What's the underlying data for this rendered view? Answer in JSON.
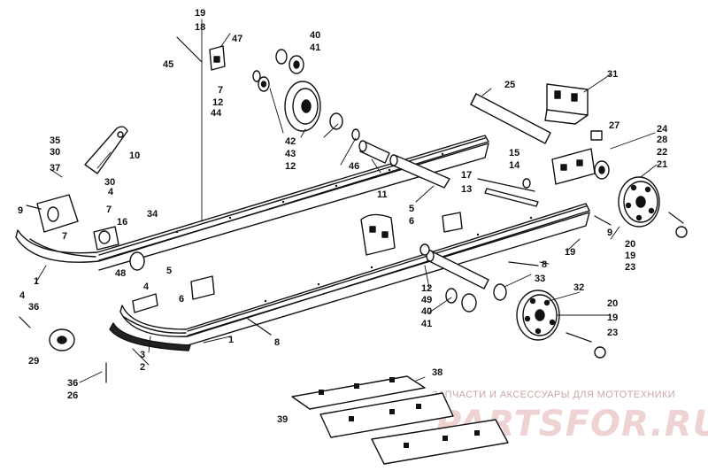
{
  "part_labels": {
    "l1a": "1",
    "l1b": "1",
    "l2": "2",
    "l3": "3",
    "l4a": "4",
    "l4b": "4",
    "l4c": "4",
    "l5a": "5",
    "l5b": "5",
    "l6a": "6",
    "l6b": "6",
    "l7a": "7",
    "l7b": "7",
    "l7c": "7",
    "l8a": "8",
    "l8b": "8",
    "l9a": "9",
    "l9b": "9",
    "l10": "10",
    "l11": "11",
    "l12a": "12",
    "l12b": "12",
    "l12c": "12",
    "l13": "13",
    "l14": "14",
    "l15": "15",
    "l16": "16",
    "l17": "17",
    "l18": "18",
    "l19a": "19",
    "l19b": "19",
    "l19c": "19",
    "l19d": "19",
    "l20a": "20",
    "l20b": "20",
    "l21": "21",
    "l22": "22",
    "l23a": "23",
    "l23b": "23",
    "l24": "24",
    "l25": "25",
    "l26": "26",
    "l27": "27",
    "l28": "28",
    "l29": "29",
    "l30a": "30",
    "l30b": "30",
    "l31": "31",
    "l32": "32",
    "l33": "33",
    "l34": "34",
    "l35": "35",
    "l36a": "36",
    "l36b": "36",
    "l37": "37",
    "l38": "38",
    "l39": "39",
    "l40a": "40",
    "l40b": "40",
    "l41a": "41",
    "l41b": "41",
    "l42": "42",
    "l43": "43",
    "l44": "44",
    "l45": "45",
    "l46": "46",
    "l47": "47",
    "l48": "48",
    "l49": "49"
  },
  "watermark": {
    "subtitle": "ЗАПЧАСТИ И АКСЕССУАРЫ ДЛЯ МОТОТЕХНИКИ",
    "brand": "PARTSFOR.RU"
  },
  "colors": {
    "ink": "#111111",
    "watermark_text": "#c9a7a7",
    "watermark_brand": "#efd2d2"
  }
}
